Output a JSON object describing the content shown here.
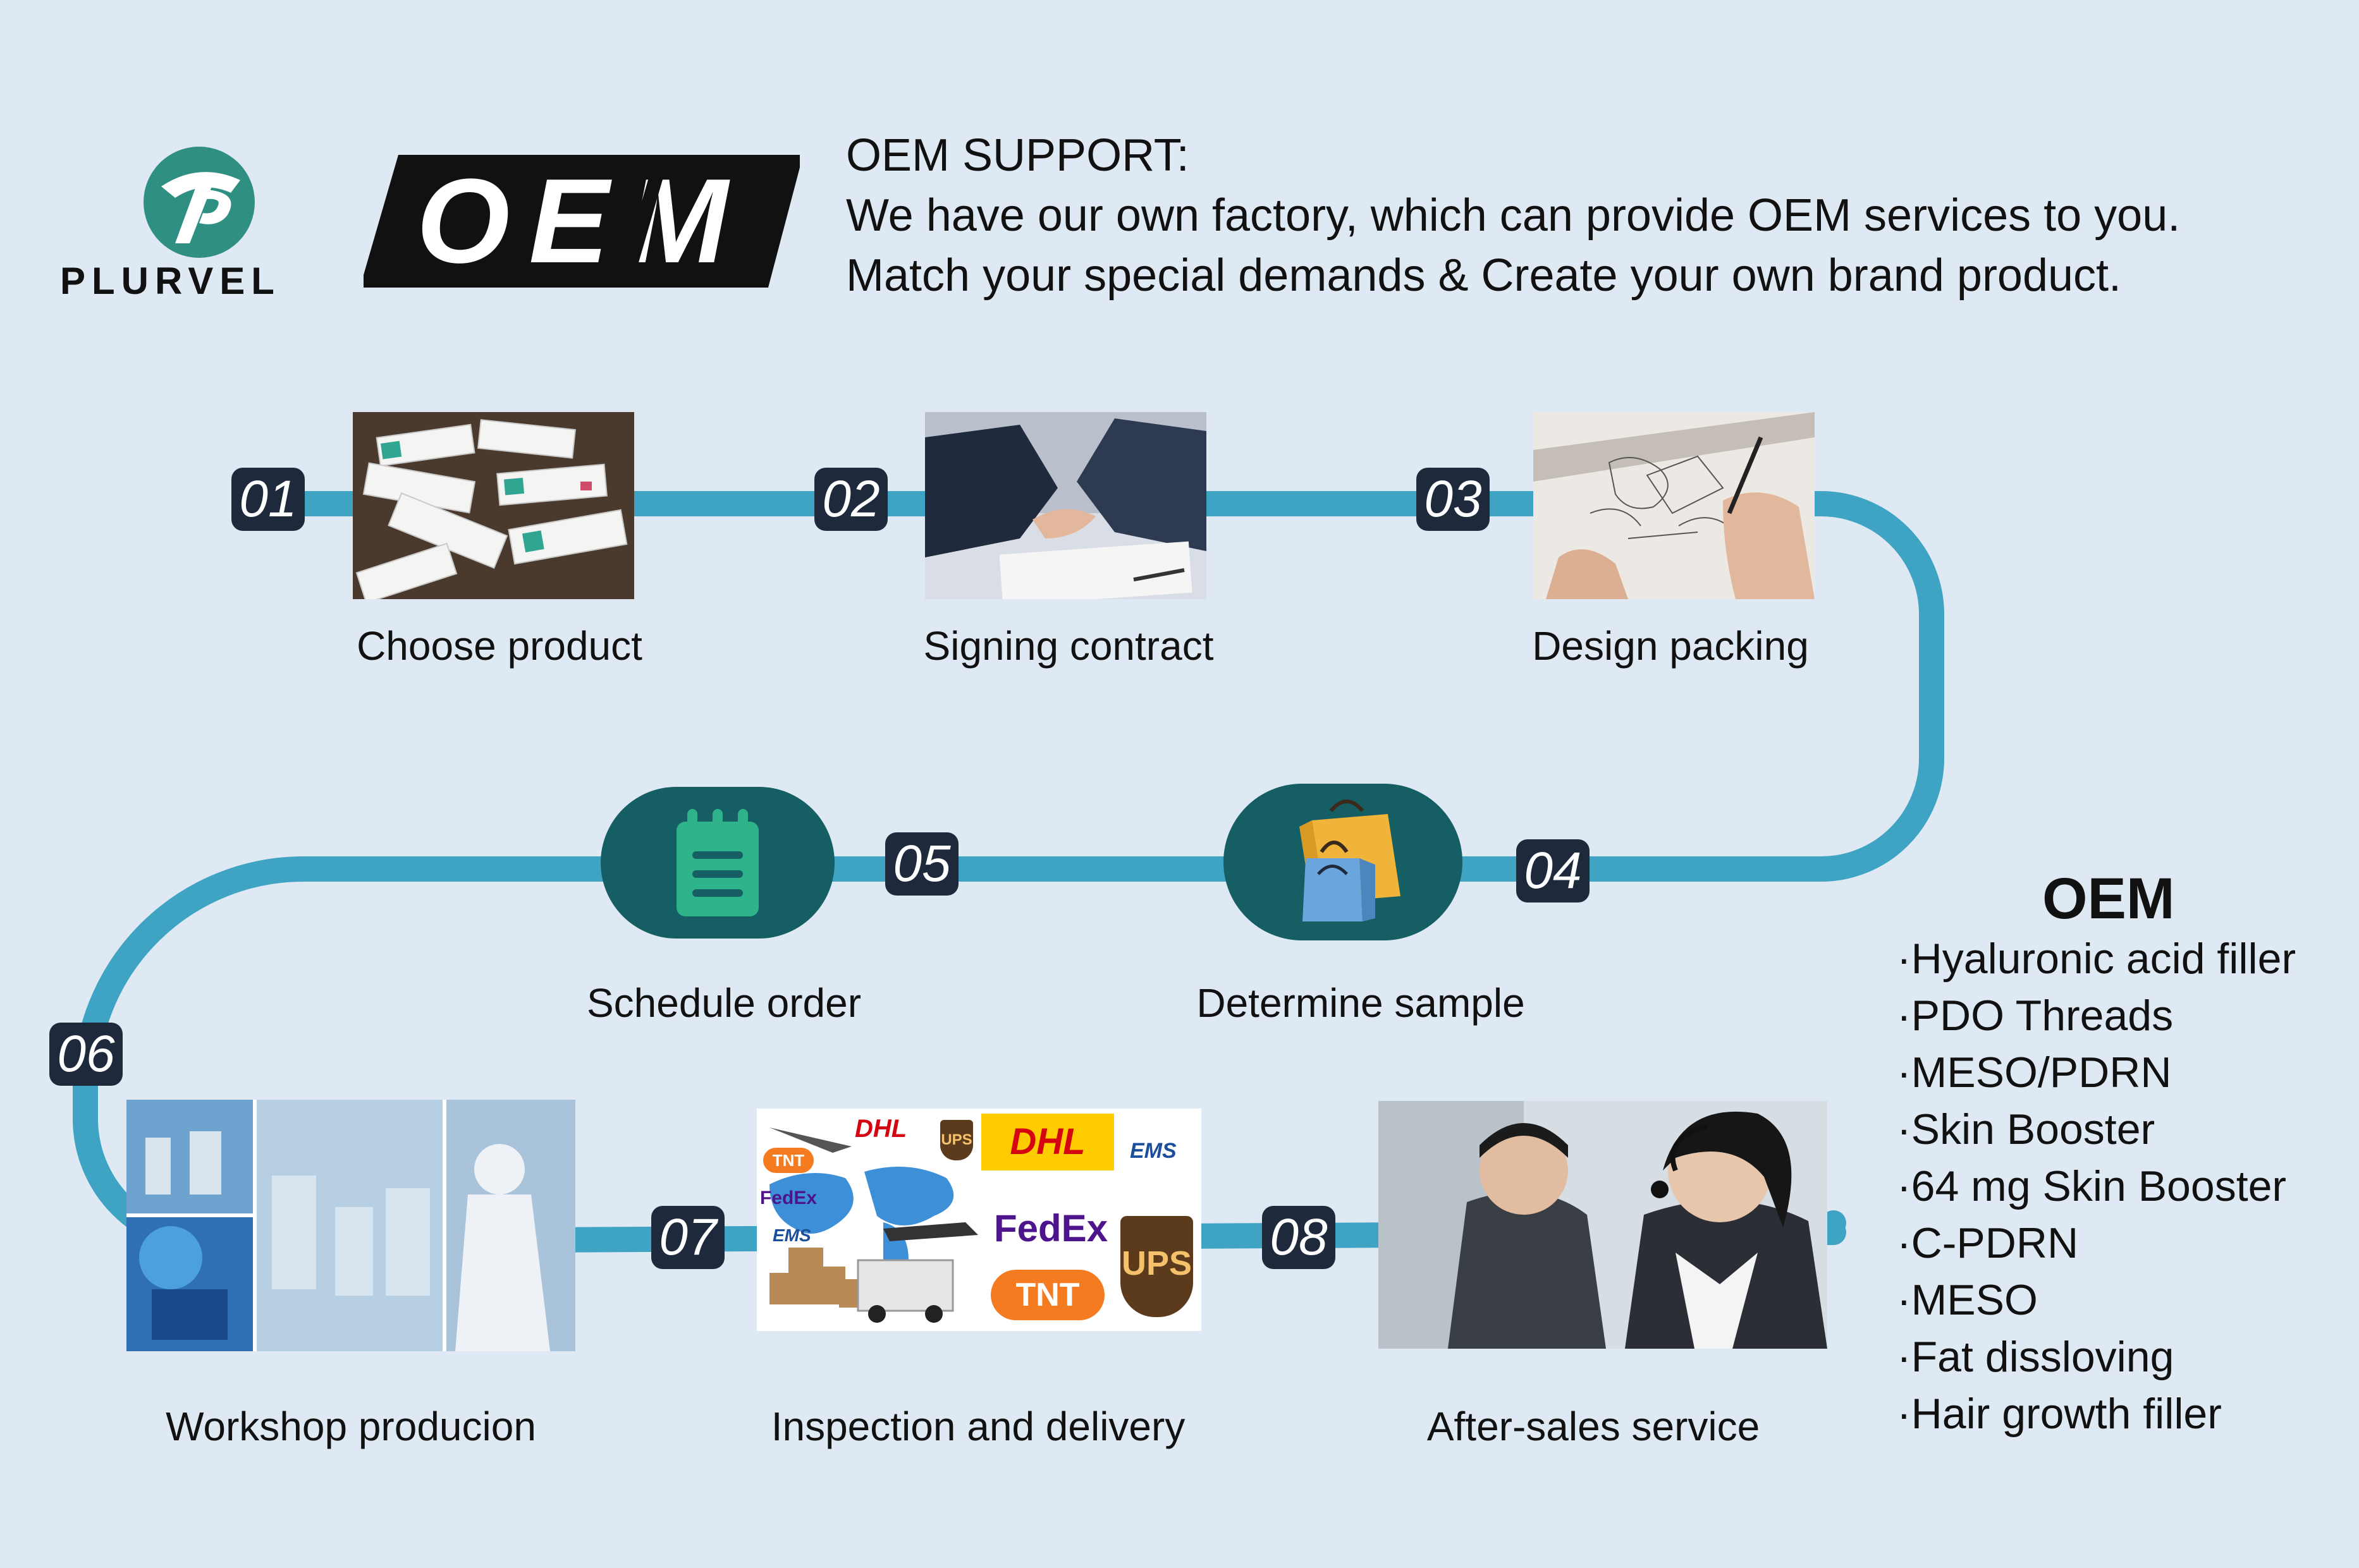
{
  "brand": {
    "name": "PLURVEL",
    "oem_logo": "OEM",
    "colors": {
      "teal": "#2f8f82",
      "track": "#3fa3c3",
      "dark": "#1e2a3c",
      "pill": "#155e63"
    }
  },
  "header": {
    "line1": "OEM SUPPORT:",
    "line2": "We have our own factory, which can provide OEM services to you.",
    "line3": "Match your special demands & Create your own brand product."
  },
  "steps": [
    {
      "num": "01",
      "label": "Choose product"
    },
    {
      "num": "02",
      "label": "Signing contract"
    },
    {
      "num": "03",
      "label": "Design packing"
    },
    {
      "num": "04",
      "label": "Determine sample"
    },
    {
      "num": "05",
      "label": "Schedule order"
    },
    {
      "num": "06",
      "label": "Workshop producion"
    },
    {
      "num": "07",
      "label": "Inspection and delivery"
    },
    {
      "num": "08",
      "label": "After-sales service"
    }
  ],
  "icons": {
    "sample": "shopping-bags-icon",
    "schedule": "clipboard-icon"
  },
  "logistics": [
    "DHL",
    "UPS",
    "DHL",
    "EMS",
    "TNT",
    "FedEx",
    "EMS",
    "FedEx",
    "TNT",
    "UPS"
  ],
  "oem_list": {
    "title": "OEM",
    "items": [
      "·Hyaluronic acid filler",
      "·PDO Threads",
      "·MESO/PDRN",
      "·Skin Booster",
      "·64 mg Skin Booster",
      "·C-PDRN",
      "·MESO",
      "·Fat dissloving",
      "·Hair growth filler"
    ]
  }
}
